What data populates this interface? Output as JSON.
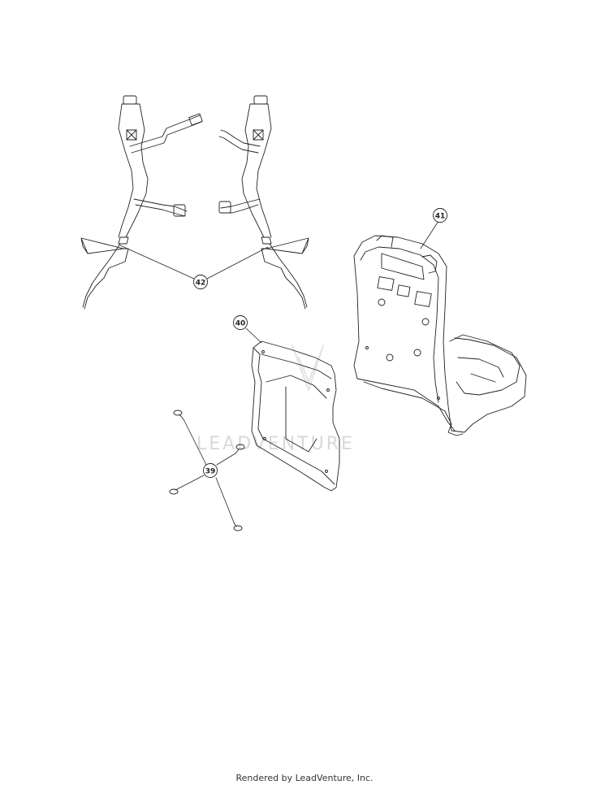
{
  "callouts": {
    "harness": "42",
    "seat": "41",
    "back_panel": "40",
    "screws": "39"
  },
  "watermark": "LEADVENTURE",
  "footer": "Rendered by LeadVenture, Inc."
}
